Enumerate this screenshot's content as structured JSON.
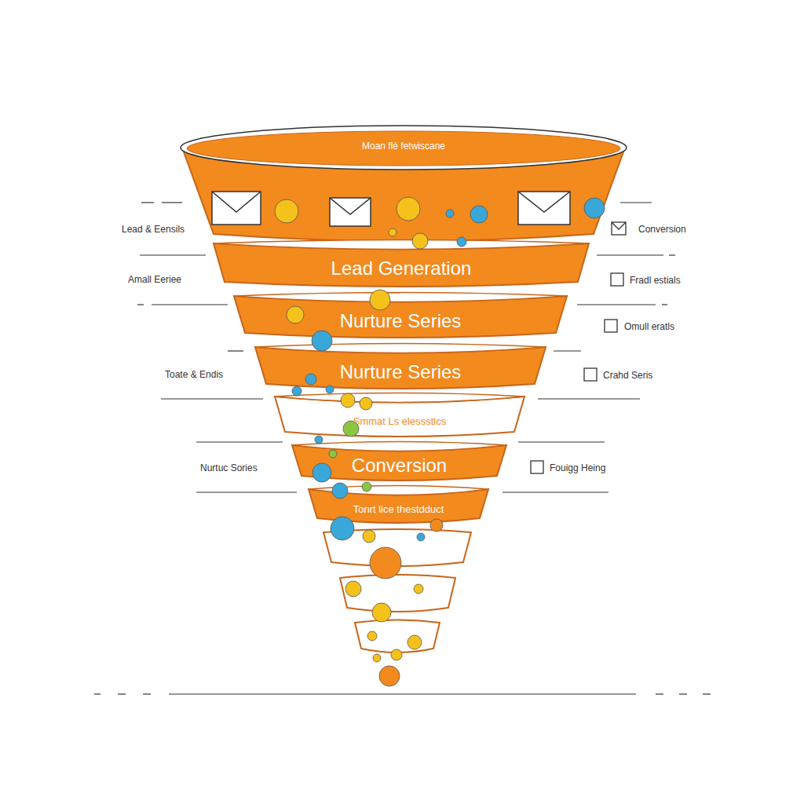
{
  "diagram": {
    "nodes": [
      {
        "text": [
          "Moan flé fetwiscane"
        ]
      },
      {
        "text": [
          "Lead Generation"
        ]
      },
      {
        "text": [
          "Nurture Series"
        ]
      },
      {
        "text": [
          "Nurture Series"
        ]
      },
      {
        "text": [
          "Smmat Ls elessstlcs"
        ]
      },
      {
        "text": [
          "Conversion"
        ]
      },
      {
        "text": [
          "Tonrt lice thestdduct"
        ]
      }
    ],
    "labels": [
      "Lead & Eensils",
      "Conversion",
      "Amall Eeriee",
      "Fradl estials",
      "Omull eratls",
      "Toate & Endis",
      "Crahd Seris",
      "Nurtuc Sories",
      "Fouigg Heing"
    ]
  }
}
